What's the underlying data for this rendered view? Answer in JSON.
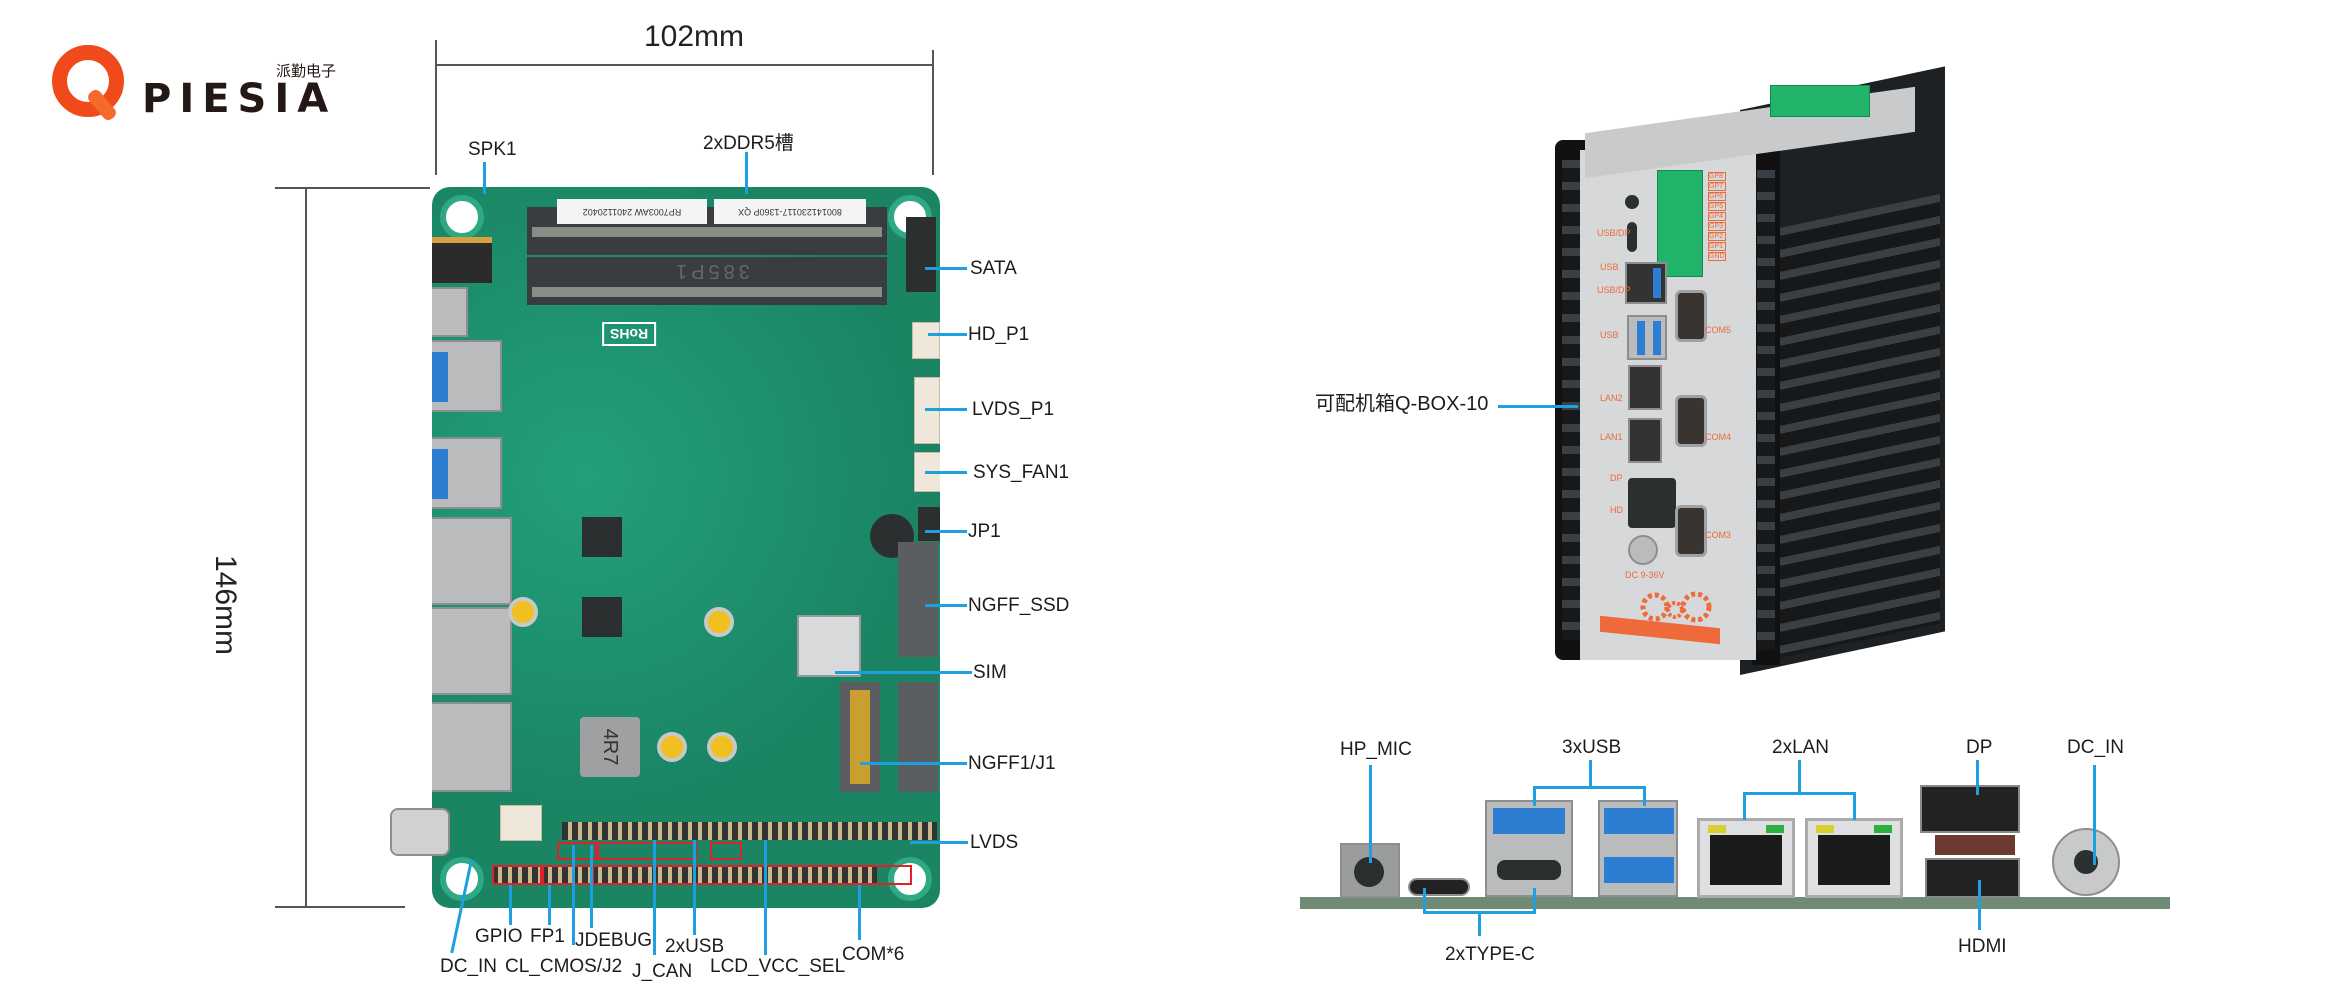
{
  "brand": {
    "name": "PIESIA",
    "name_cn": "派勤电子"
  },
  "board": {
    "width_label": "102mm",
    "height_label": "146mm",
    "silkscreen": [
      "RP7003AW 2401120402",
      "800141230117-1360P QX",
      "385P1",
      "RoHS",
      "4R7"
    ],
    "callouts_top": [
      "SPK1",
      "2xDDR5槽"
    ],
    "callouts_right": [
      "SATA",
      "HD_P1",
      "LVDS_P1",
      "SYS_FAN1",
      "JP1",
      "NGFF_SSD",
      "SIM",
      "NGFF1/J1",
      "LVDS"
    ],
    "callouts_bottom": [
      "GPIO",
      "FP1",
      "JDEBUG",
      "2xUSB",
      "COM*6",
      "DC_IN",
      "CL_CMOS/J2",
      "J_CAN",
      "LCD_VCC_SEL"
    ]
  },
  "chassis": {
    "label": "可配机箱Q-BOX-10",
    "front_labels": [
      "USB/DP",
      "USB",
      "USB/DP",
      "USB",
      "LAN2",
      "LAN1",
      "DP",
      "HD",
      "DC 9-36V",
      "COM5",
      "COM4",
      "COM3"
    ],
    "gpio_labels": [
      "GP8",
      "GP7",
      "GP6",
      "GP5",
      "GP4",
      "GP3",
      "GP2",
      "GP1",
      "GND"
    ]
  },
  "io_panel": {
    "labels_top": [
      "HP_MIC",
      "3xUSB",
      "2xLAN",
      "DP",
      "DC_IN"
    ],
    "labels_bottom": [
      "2xTYPE-C",
      "HDMI"
    ]
  },
  "colors": {
    "callout_line": "#1ea0e0",
    "pcb_green": "#1c8a6a",
    "brand_orange": "#f04a1a",
    "chassis_orange": "#ee6a3a"
  }
}
